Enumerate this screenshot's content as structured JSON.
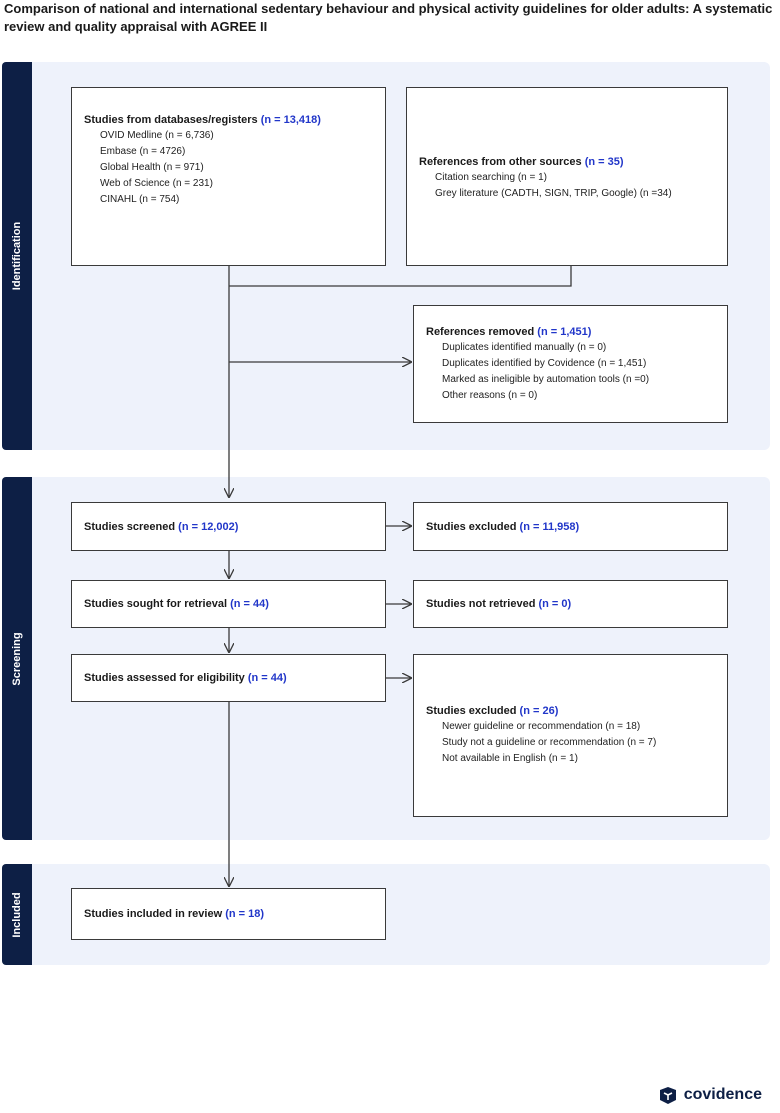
{
  "title": "Comparison of national and international sedentary behaviour and physical activity guidelines for older adults: A systematic review and quality appraisal with AGREE II",
  "sections": {
    "identification": "Identification",
    "screening": "Screening",
    "included": "Included"
  },
  "boxes": {
    "databases": {
      "label": "Studies from databases/registers",
      "count": "(n = 13,418)",
      "items": [
        "OVID Medline (n = 6,736)",
        "Embase (n = 4726)",
        "Global Health (n = 971)",
        "Web of Science (n = 231)",
        "CINAHL (n = 754)"
      ]
    },
    "other_sources": {
      "label": "References from other sources",
      "count": "(n = 35)",
      "items": [
        "Citation searching (n = 1)",
        "Grey literature (CADTH, SIGN, TRIP, Google) (n =34)"
      ]
    },
    "removed": {
      "label": "References removed",
      "count": "(n = 1,451)",
      "items": [
        "Duplicates identified manually (n = 0)",
        "Duplicates identified by Covidence (n = 1,451)",
        "Marked as ineligible by automation tools (n =0)",
        "Other reasons (n = 0)"
      ]
    },
    "screened": {
      "label": "Studies screened",
      "count": "(n = 12,002)"
    },
    "excluded1": {
      "label": "Studies excluded",
      "count": "(n = 11,958)"
    },
    "sought": {
      "label": "Studies sought for retrieval",
      "count": "(n = 44)"
    },
    "not_retrieved": {
      "label": "Studies not retrieved",
      "count": "(n = 0)"
    },
    "assessed": {
      "label": "Studies assessed for eligibility",
      "count": "(n = 44)"
    },
    "excluded2": {
      "label": "Studies excluded",
      "count": "(n = 26)",
      "items": [
        "Newer guideline or recommendation (n = 18)",
        "Study not a guideline or recommendation (n = 7)",
        "Not available in English (n = 1)"
      ]
    },
    "included": {
      "label": "Studies included in review",
      "count": "(n = 18)"
    }
  },
  "brand": {
    "name": "covidence",
    "icon": "covidence-logo-icon"
  },
  "colors": {
    "band": "#eef2fb",
    "label": "#0d1f45",
    "count": "#2136c9"
  }
}
